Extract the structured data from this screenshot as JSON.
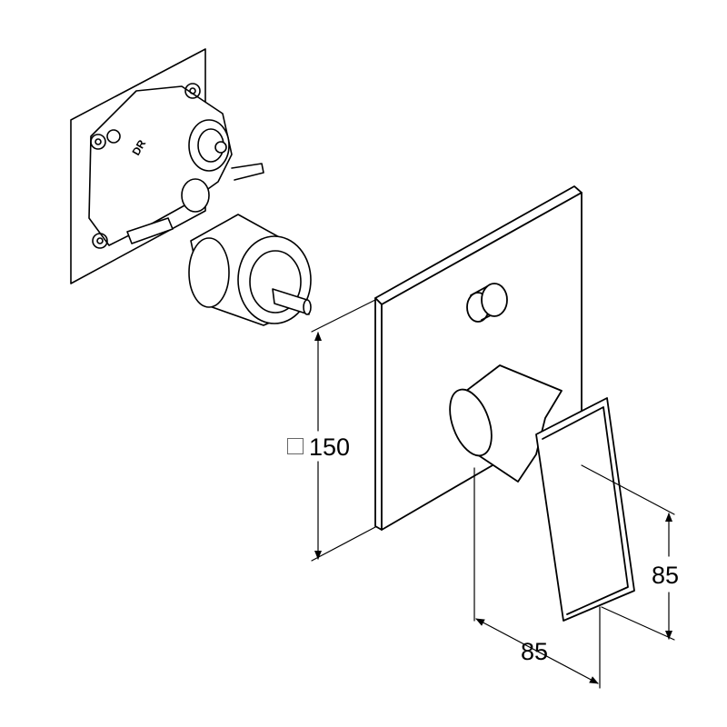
{
  "dimensions": {
    "plate_size": {
      "symbol": "square-symbol",
      "value": "150"
    },
    "lever_height": "85",
    "lever_depth": "85"
  }
}
